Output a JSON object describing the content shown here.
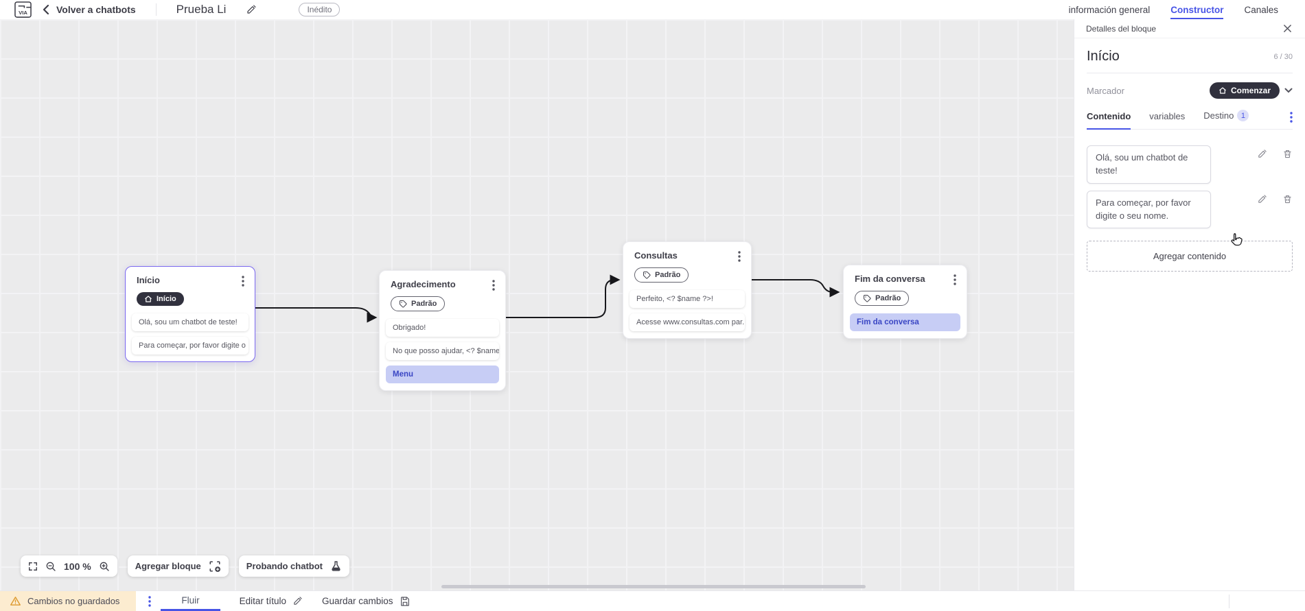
{
  "header": {
    "back_label": "Volver a chatbots",
    "title": "Prueba Li",
    "status_badge": "Inédito",
    "tabs": [
      {
        "label": "información general",
        "active": false
      },
      {
        "label": "Constructor",
        "active": true
      },
      {
        "label": "Canales",
        "active": false
      }
    ]
  },
  "canvas": {
    "blocks": [
      {
        "title": "Início",
        "marker": "Início",
        "marker_icon": "house-icon",
        "selected": true,
        "rows": [
          "Olá, sou um chatbot de teste!",
          "Para começar, por favor digite o ..."
        ]
      },
      {
        "title": "Agradecimento",
        "marker": "Padrão",
        "marker_icon": "tag-icon",
        "selected": false,
        "rows": [
          "Obrigado!",
          "No que posso ajudar, <? $name ...",
          "Menu"
        ]
      },
      {
        "title": "Consultas",
        "marker": "Padrão",
        "marker_icon": "tag-icon",
        "selected": false,
        "rows": [
          "Perfeito, <? $name ?>!",
          "Acesse www.consultas.com par..."
        ]
      },
      {
        "title": "Fim da conversa",
        "marker": "Padrão",
        "marker_icon": "tag-icon",
        "selected": false,
        "rows": [
          "Fim da conversa"
        ]
      }
    ],
    "toolbar": {
      "zoom_level": "100 %",
      "add_block_label": "Agregar bloque",
      "test_label": "Probando chatbot"
    }
  },
  "panel": {
    "header_title": "Detalles del bloque",
    "block_name": "Início",
    "counter": "6 / 30",
    "marker_label": "Marcador",
    "marker_value": "Comenzar",
    "tabs": [
      {
        "label": "Contenido",
        "active": true
      },
      {
        "label": "variables",
        "active": false
      },
      {
        "label": "Destino",
        "active": false,
        "badge": "1"
      }
    ],
    "contents": [
      "Olá, sou um chatbot de teste!",
      "Para começar, por favor digite o seu nome."
    ],
    "add_content_label": "Agregar contenido"
  },
  "bottombar": {
    "unsaved_label": "Cambios no guardados",
    "flow_tab_label": "Fluir",
    "edit_title_label": "Editar título",
    "save_label": "Guardar cambios"
  },
  "colors": {
    "accent": "#4754e6",
    "dark_pill": "#31313e",
    "row_highlight": "#c7cdf5",
    "warning_bg": "#fcecd0",
    "warning_icon": "#dd9a2e",
    "canvas_bg": "#ebebec",
    "selected_block_border": "#7a68ef",
    "edge_color": "#17171b"
  }
}
